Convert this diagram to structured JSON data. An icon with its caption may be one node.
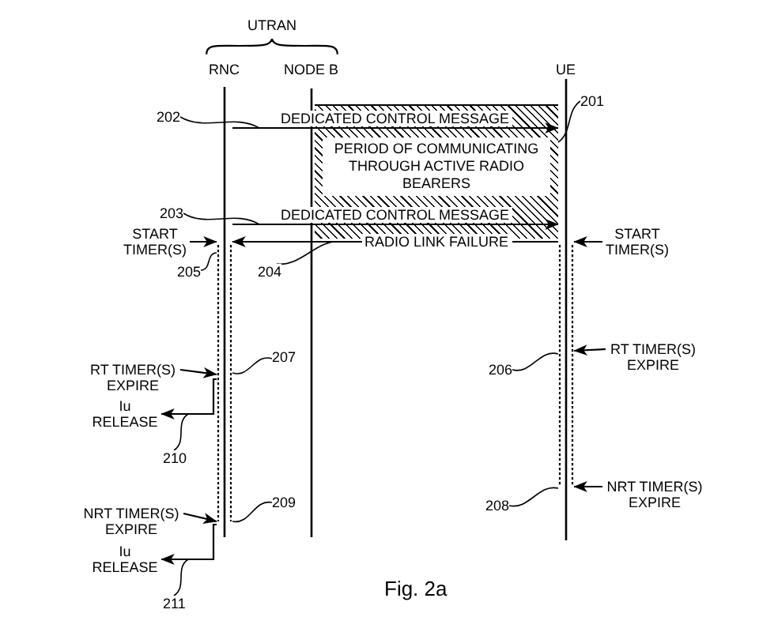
{
  "diagram": {
    "caption": "Fig. 2a",
    "nodes": [
      {
        "text": [
          "RNC"
        ]
      },
      {
        "text": [
          "NODE B"
        ]
      },
      {
        "text": [
          "UE"
        ]
      },
      {
        "text": [
          "202"
        ]
      },
      {
        "text": [
          "201"
        ]
      },
      {
        "text": [
          "PERIOD OF COMMUNICATING THROUGH ACTIVE RADIO BEARERS"
        ]
      },
      {
        "text": [
          "203"
        ]
      },
      {
        "text": [
          "START TIMER(S)"
        ]
      },
      {
        "text": [
          "START TIMER(S)"
        ]
      },
      {
        "text": [
          "205"
        ]
      },
      {
        "text": [
          "204"
        ]
      },
      {
        "text": [
          "RT TIMER(S) EXPIRE"
        ]
      },
      {
        "text": [
          "207"
        ]
      },
      {
        "text": [
          "206"
        ]
      },
      {
        "text": [
          "RT TIMER(S) EXPIRE"
        ]
      },
      {
        "text": [
          "Iu RELEASE"
        ]
      },
      {
        "text": [
          "210"
        ]
      },
      {
        "text": [
          "NRT TIMER(S) EXPIRE"
        ]
      },
      {
        "text": [
          "209"
        ]
      },
      {
        "text": [
          "208"
        ]
      },
      {
        "text": [
          "NRT TIMER(S) EXPIRE"
        ]
      },
      {
        "text": [
          "Iu RELEASE"
        ]
      },
      {
        "text": [
          "211"
        ]
      }
    ],
    "edges": [
      {
        "from": 0,
        "to": 2,
        "arrow": "to",
        "label": "DEDICATED CONTROL MESSAGE"
      },
      {
        "from": 0,
        "to": 2,
        "arrow": "to",
        "label": "DEDICATED CONTROL MESSAGE"
      },
      {
        "from": 2,
        "to": 0,
        "arrow": "to",
        "label": "RADIO LINK FAILURE"
      },
      {
        "from": 7,
        "to": 0,
        "arrow": "to"
      },
      {
        "from": 8,
        "to": 2,
        "arrow": "to"
      },
      {
        "from": 11,
        "to": 0,
        "arrow": "to"
      },
      {
        "from": 0,
        "to": 15,
        "arrow": "to"
      },
      {
        "from": 14,
        "to": 2,
        "arrow": "to"
      },
      {
        "from": 17,
        "to": 0,
        "arrow": "to"
      },
      {
        "from": 0,
        "to": 21,
        "arrow": "to"
      },
      {
        "from": 20,
        "to": 2,
        "arrow": "to"
      },
      {
        "from": 3,
        "to": null,
        "arrow": "none"
      },
      {
        "from": 4,
        "to": 5,
        "arrow": "none"
      },
      {
        "from": 6,
        "to": null,
        "arrow": "none"
      },
      {
        "from": 9,
        "to": 0,
        "arrow": "none"
      },
      {
        "from": 10,
        "to": null,
        "arrow": "none"
      },
      {
        "from": 12,
        "to": 0,
        "arrow": "none"
      },
      {
        "from": 13,
        "to": 2,
        "arrow": "none"
      },
      {
        "from": 16,
        "to": null,
        "arrow": "none"
      },
      {
        "from": 18,
        "to": 0,
        "arrow": "none"
      },
      {
        "from": 19,
        "to": 2,
        "arrow": "none"
      },
      {
        "from": 22,
        "to": null,
        "arrow": "none"
      }
    ],
    "labels": [
      "UTRAN"
    ]
  }
}
